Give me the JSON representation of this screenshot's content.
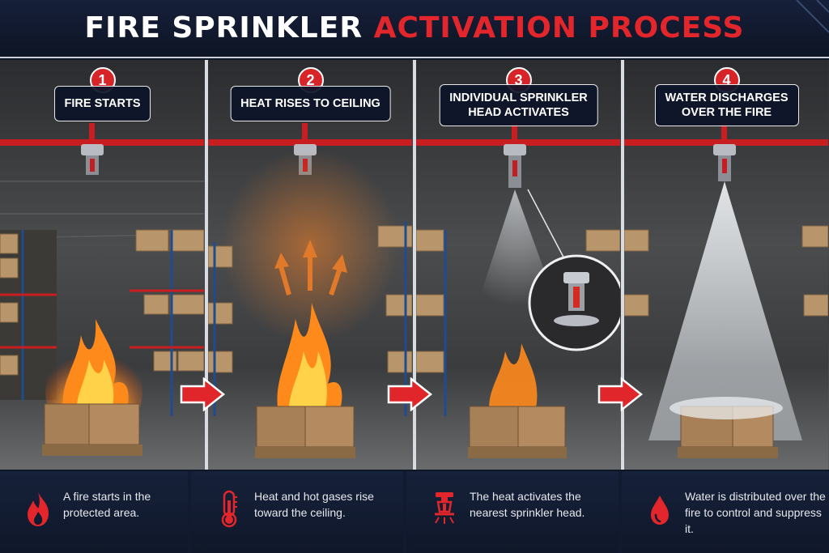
{
  "header": {
    "title_white": "FIRE SPRINKLER",
    "title_red": "ACTIVATION PROCESS"
  },
  "steps": [
    {
      "number": "1",
      "label_line1": "FIRE STARTS",
      "label_line2": "",
      "description": "A fire starts in the protected area.",
      "icon": "flame-icon"
    },
    {
      "number": "2",
      "label_line1": "HEAT RISES TO CEILING",
      "label_line2": "",
      "description": "Heat and hot gases rise toward the ceiling.",
      "icon": "thermometer-icon"
    },
    {
      "number": "3",
      "label_line1": "INDIVIDUAL SPRINKLER",
      "label_line2": "HEAD ACTIVATES",
      "description": "The heat activates the nearest sprinkler head.",
      "icon": "sprinkler-head-icon"
    },
    {
      "number": "4",
      "label_line1": "WATER DISCHARGES",
      "label_line2": "OVER THE FIRE",
      "description": "Water is distributed over the fire to control and suppress it.",
      "icon": "water-drop-icon"
    }
  ],
  "colors": {
    "accent_red": "#e3262b",
    "navy": "#0f1626",
    "pipe_red": "#c81e22",
    "flame_orange": "#ff8a1c"
  }
}
